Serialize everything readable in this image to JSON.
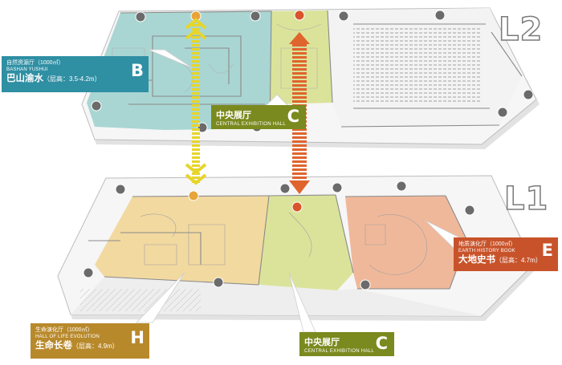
{
  "floors": {
    "upper": {
      "label": "L2"
    },
    "lower": {
      "label": "L1"
    }
  },
  "halls": {
    "b": {
      "name_zh": "自然资源厅",
      "area": "（1000㎡）",
      "name_en": "BASHAN YUSHUI",
      "title_zh": "巴山渝水",
      "height": "（层高：3.5-4.2m）",
      "letter": "B",
      "color": "#2f8fa3"
    },
    "c_upper": {
      "name_zh": "中央展厅",
      "name_en": "CENTRAL EXHIBITION HALL",
      "letter": "C",
      "color": "#7a8a1e"
    },
    "c_lower": {
      "name_zh": "中央展厅",
      "name_en": "CENTRAL EXHIBITION HALL",
      "letter": "C",
      "color": "#7a8a1e"
    },
    "e": {
      "name_zh": "地质演化厅",
      "area": "（1000㎡）",
      "name_en": "EARTH HISTORY BOOK",
      "title_zh": "大地史书",
      "height": "（层高：4.7m）",
      "letter": "E",
      "color": "#c8532a"
    },
    "h": {
      "name_zh": "生命演化厅",
      "area": "（1000㎡）",
      "name_en": "HALL OF LIFE EVOLUTION",
      "title_zh": "生命长卷",
      "height": "（层高：4.9m）",
      "letter": "H",
      "color": "#b8892b"
    }
  },
  "colors": {
    "teal_zone": "#a9d6d2",
    "green_zone": "#dbe39a",
    "beige_zone": "#f2d9a0",
    "salmon_zone": "#f0b89a",
    "gray_zone": "#ececec",
    "arrow_yellow": "#e6d52a",
    "arrow_orange": "#e0642d"
  }
}
